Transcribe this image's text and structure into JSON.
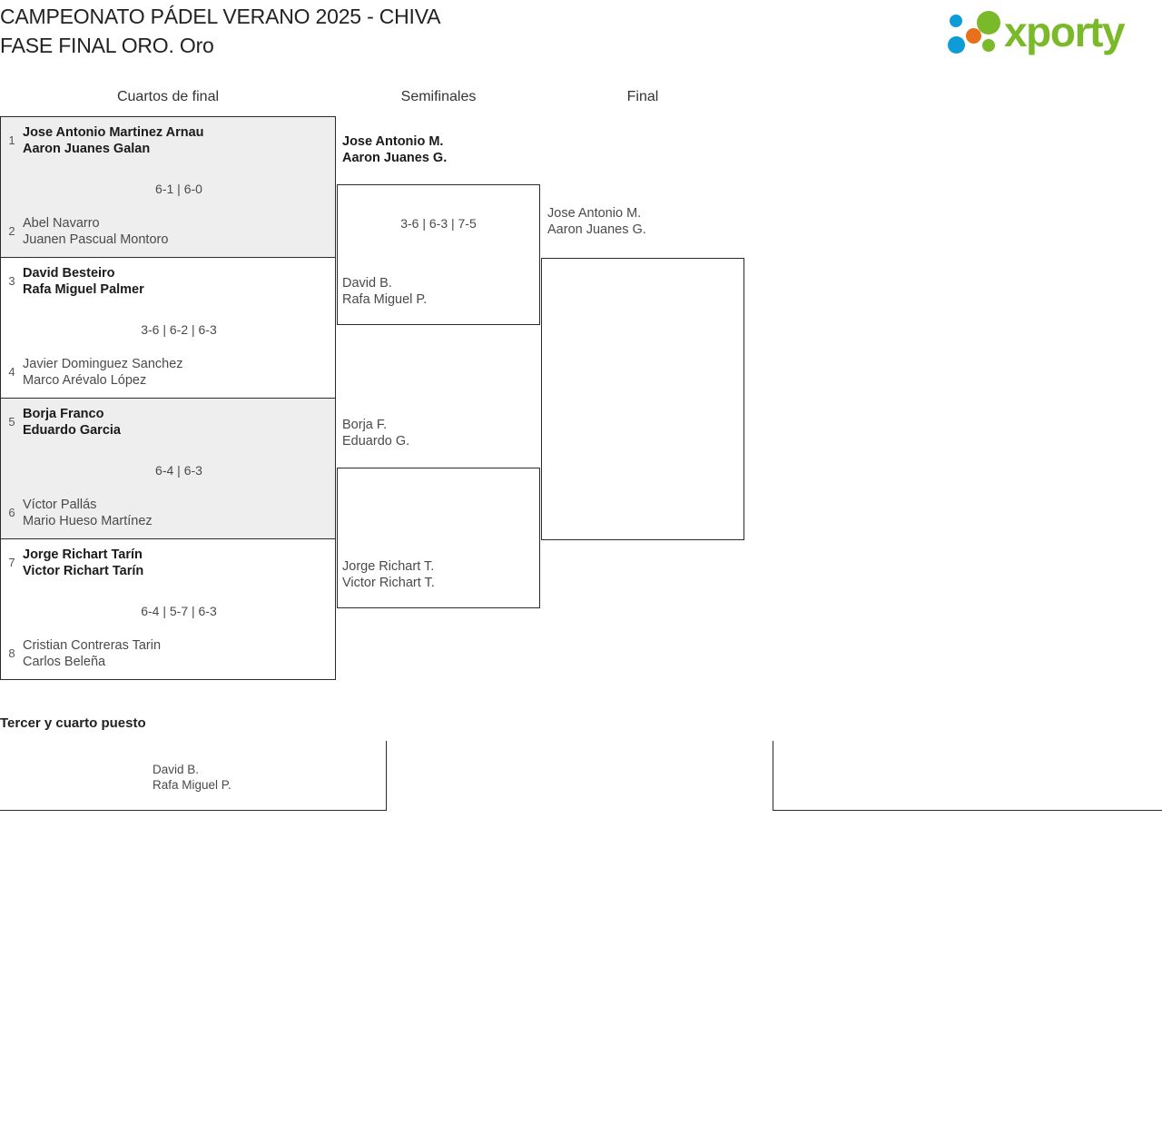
{
  "header": {
    "title_line1": "CAMPEONATO PÁDEL VERANO 2025 - CHIVA",
    "title_line2": "FASE FINAL ORO. Oro",
    "logo_text": "xporty",
    "logo_colors": {
      "green": "#7ab929",
      "blue": "#0e9cd9",
      "orange": "#e8701a"
    }
  },
  "rounds": {
    "quarterfinals_label": "Cuartos de final",
    "semifinals_label": "Semifinales",
    "final_label": "Final"
  },
  "quarterfinals": [
    {
      "shaded": true,
      "top": {
        "seed": "1",
        "player1": "Jose Antonio Martinez Arnau",
        "player2": "Aaron Juanes Galan",
        "winner": true
      },
      "bottom": {
        "seed": "2",
        "player1": "Abel Navarro",
        "player2": "Juanen Pascual Montoro",
        "winner": false
      },
      "score": "6-1 | 6-0"
    },
    {
      "shaded": false,
      "top": {
        "seed": "3",
        "player1": "David Besteiro",
        "player2": "Rafa Miguel Palmer",
        "winner": true
      },
      "bottom": {
        "seed": "4",
        "player1": "Javier Dominguez Sanchez",
        "player2": "Marco Arévalo López",
        "winner": false
      },
      "score": "3-6 | 6-2 | 6-3"
    },
    {
      "shaded": true,
      "top": {
        "seed": "5",
        "player1": "Borja Franco",
        "player2": "Eduardo Garcia",
        "winner": true
      },
      "bottom": {
        "seed": "6",
        "player1": "Víctor Pallás",
        "player2": "Mario Hueso Martínez",
        "winner": false
      },
      "score": "6-4 | 6-3"
    },
    {
      "shaded": false,
      "top": {
        "seed": "7",
        "player1": "Jorge Richart Tarín",
        "player2": "Victor Richart Tarín",
        "winner": true
      },
      "bottom": {
        "seed": "8",
        "player1": "Cristian Contreras Tarin",
        "player2": "Carlos Beleña",
        "winner": false
      },
      "score": "6-4 | 5-7 | 6-3"
    }
  ],
  "semifinals": [
    {
      "top": {
        "player1": "Jose Antonio M.",
        "player2": "Aaron Juanes G.",
        "winner": true
      },
      "bottom": {
        "player1": "David B.",
        "player2": "Rafa Miguel P.",
        "winner": false
      },
      "score": "3-6 | 6-3 | 7-5"
    },
    {
      "top": {
        "player1": "Borja F.",
        "player2": "Eduardo G.",
        "winner": false
      },
      "bottom": {
        "player1": "Jorge Richart T.",
        "player2": "Victor Richart T.",
        "winner": false
      },
      "score": ""
    }
  ],
  "final": {
    "top": {
      "player1": "Jose Antonio M.",
      "player2": "Aaron Juanes G.",
      "winner": false
    },
    "score": ""
  },
  "third_place": {
    "title": "Tercer y cuarto puesto",
    "team": {
      "player1": "David B.",
      "player2": "Rafa Miguel P."
    }
  }
}
